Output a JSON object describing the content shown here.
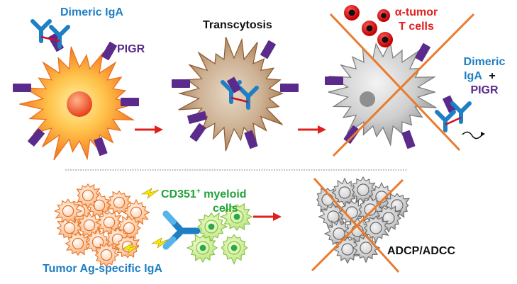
{
  "colors": {
    "blue": "#1f7fc4",
    "purple": "#5b2b8c",
    "red": "#e0201f",
    "green": "#22a23a",
    "orange": "#e97b2e",
    "black": "#111111"
  },
  "panel1": {
    "dimeric_iga": "Dimeric IgA",
    "pigr": "PIGR"
  },
  "panel2": {
    "title": "Transcytosis"
  },
  "panel3": {
    "alpha_tumor_line1": "α-tumor",
    "alpha_tumor_line2": "T cells",
    "dimeric": "Dimeric",
    "iga": "IgA",
    "plus": "+",
    "pigr": "PIGR"
  },
  "bottom": {
    "cd351_prefix": "CD351",
    "cd351_sup": "+",
    "cd351_suffix": " myeloid",
    "cells": "cells",
    "tumor_ag": "Tumor Ag-specific IgA",
    "adcp": "ADCP/ADCC"
  },
  "icons": [
    "dimeric-iga-icon",
    "pigr-receptor-icon",
    "tumor-cell-icon",
    "t-cell-icon",
    "myeloid-cell-icon",
    "lightning-icon",
    "arrow-icon",
    "cross-icon"
  ]
}
